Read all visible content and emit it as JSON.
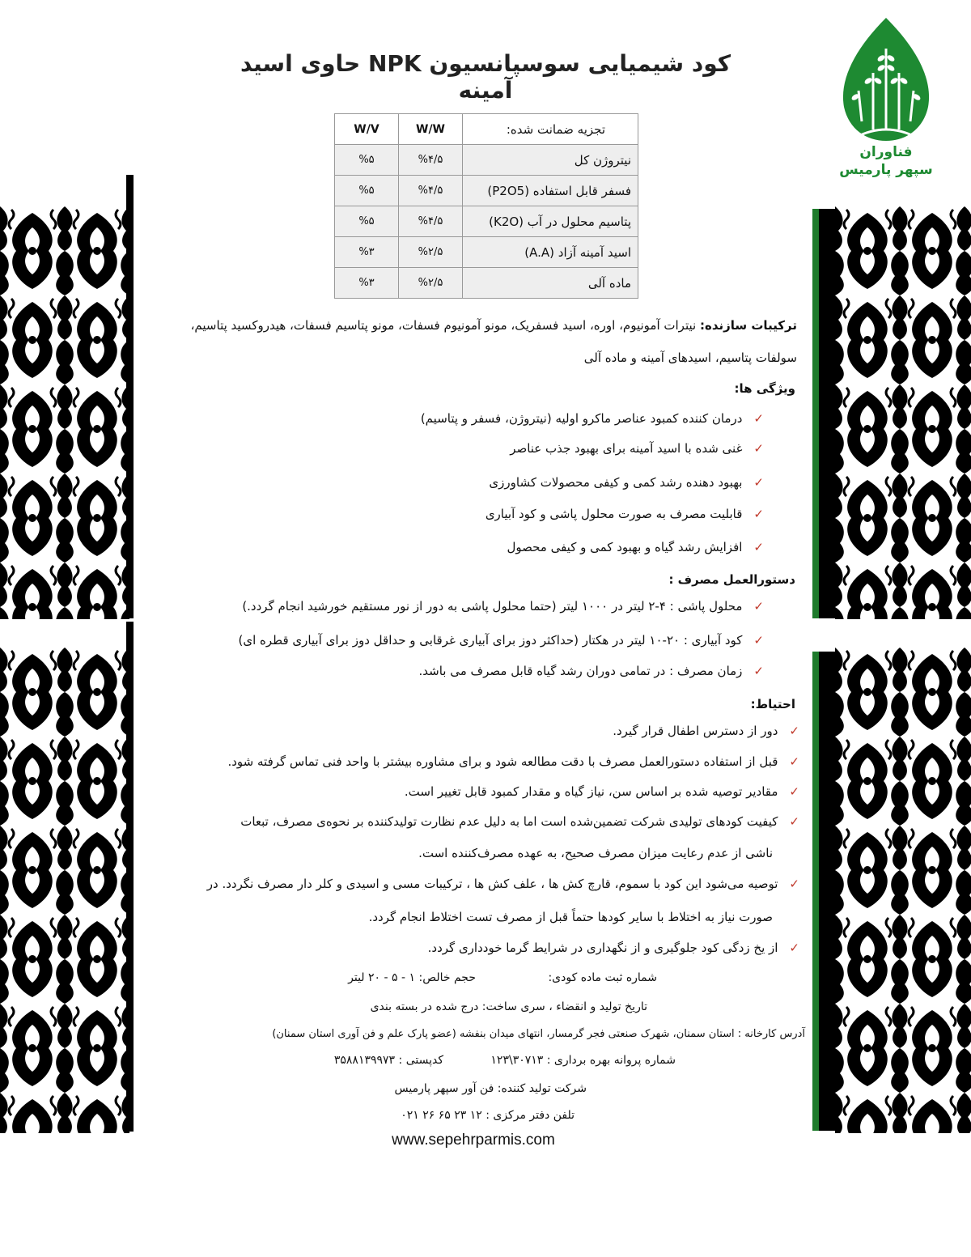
{
  "colors": {
    "brand_green": "#1e8a32",
    "check_red": "#c0392b",
    "table_fill": "#eeeeee"
  },
  "logo": {
    "line1": "فناوران",
    "line2": "سپهر پارمیس",
    "icon": "leaf-wheat-logo"
  },
  "title": "کود شیمیایی سوسپانسیون NPK حاوی اسید آمینه",
  "table": {
    "header": {
      "name": "تجزیه ضمانت شده:",
      "ww": "W/W",
      "wv": "W/V"
    },
    "rows": [
      {
        "name": "نیتروژن کل",
        "ww": "%۴/۵",
        "wv": "%۵"
      },
      {
        "name": "فسفر قابل استفاده (P2O5)",
        "ww": "%۴/۵",
        "wv": "%۵"
      },
      {
        "name": "پتاسیم محلول در آب (K2O)",
        "ww": "%۴/۵",
        "wv": "%۵"
      },
      {
        "name": "اسید آمینه آزاد (A.A)",
        "ww": "%۲/۵",
        "wv": "%۳"
      },
      {
        "name": "ماده آلی",
        "ww": "%۲/۵",
        "wv": "%۳"
      }
    ]
  },
  "composition": {
    "label": "ترکیبات سازنده:",
    "line1": "نیترات آمونیوم، اوره، اسید فسفریک، مونو آمونیوم فسفات، مونو پتاسیم فسفات، هیدروکسید پتاسیم،",
    "line2": "سولفات پتاسیم، اسیدهای آمینه و ماده آلی"
  },
  "features": {
    "heading": "ویژگی ها:",
    "items": [
      "درمان کننده کمبود عناصر ماکرو اولیه (نیتروژن، فسفر و پتاسیم)",
      "غنی شده با اسید آمینه برای بهبود جذب عناصر",
      "بهبود دهنده رشد کمی و کیفی محصولات کشاورزی",
      "قابلیت مصرف به صورت محلول پاشی و کود آبیاری",
      "افزایش رشد گیاه و بهبود کمی و کیفی محصول"
    ]
  },
  "usage": {
    "heading": "دستورالعمل مصرف :",
    "items": [
      "محلول پاشی : ۴-۲ لیتر در ۱۰۰۰ لیتر (حتما محلول پاشی به دور از نور مستقیم خورشید انجام گردد.)",
      "کود آبیاری : ۲۰-۱۰ لیتر در هکتار (حداکثر دوز برای آبیاری غرقابی و حداقل دوز برای آبیاری قطره ای)",
      "زمان مصرف : در تمامی دوران رشد گیاه قابل مصرف می باشد."
    ]
  },
  "caution": {
    "heading": "احتیاط:",
    "items": [
      "دور از دسترس اطفال قرار گیرد.",
      "قبل از استفاده دستورالعمل مصرف با دقت مطالعه شود و برای مشاوره بیشتر با واحد فنی تماس گرفته شود.",
      "مقادیر توصیه شده بر اساس سن، نیاز گیاه و مقدار کمبود قابل تغییر است.",
      "کیفیت کودهای تولیدی شرکت تضمین‌شده است اما به دلیل عدم نظارت تولیدکننده بر نحوه‌ی مصرف، تبعات",
      "ناشی از عدم رعایت میزان مصرف صحیح، به عهده مصرف‌کننده است.",
      "توصیه می‌شود این کود با سموم، قارچ کش ها ، علف کش ها ، ترکیبات مسی و اسیدی و کلر دار مصرف نگردد. در",
      "صورت نیاز به اختلاط با سایر کودها حتماً قبل از مصرف تست اختلاط انجام گردد.",
      "از یخ زدگی کود جلوگیری و از نگهداری در شرایط گرما خودداری گردد."
    ]
  },
  "footer": {
    "reg_no": "شماره ثبت ماده کودی:",
    "volume": "حجم خالص: ۱ - ۵ - ۲۰ لیتر",
    "dates": "تاریخ تولید و انقضاء ، سری ساخت: درج شده در بسته بندی",
    "address": "آدرس کارخانه :  استان سمنان، شهرک صنعتی فجر گرمسار، انتهای میدان بنفشه (عضو پارک علم و فن آوری استان سمنان)",
    "license": "شماره پروانه بهره برداری : ۳۰۷۱۳\\۱۲۳",
    "postal": "کدپستی : ۳۵۸۸۱۳۹۹۷۳",
    "producer": "شرکت تولید کننده: فن آور سپهر پارمیس",
    "phone": "تلفن دفتر مرکزی : ۱۲ ۲۳ ۶۵ ۲۶ ۰۲۱",
    "website": "www.sepehrparmis.com"
  }
}
